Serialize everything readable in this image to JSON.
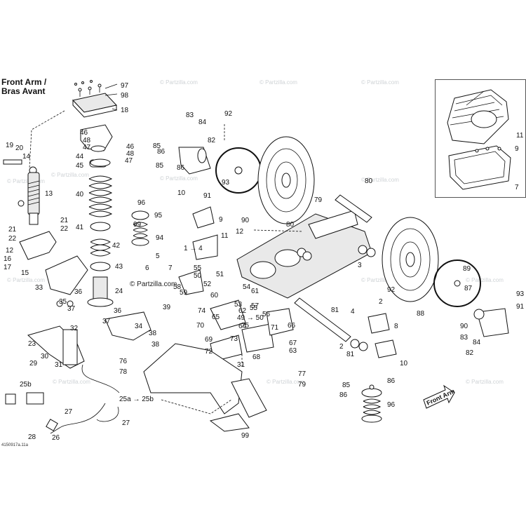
{
  "title_line1": "Front Arm /",
  "title_line2": "Bras Avant",
  "drawing_code": "4150917a.11a",
  "watermark": "© Partzilla.com",
  "direction_label": "Front Arm",
  "labels": [
    "97",
    "98",
    "18",
    "19",
    "20",
    "14",
    "13",
    "46",
    "48",
    "47",
    "44",
    "45",
    "46",
    "48",
    "47",
    "40",
    "41",
    "42",
    "43",
    "21",
    "22",
    "21",
    "22",
    "12",
    "16",
    "17",
    "15",
    "33",
    "35",
    "36",
    "37",
    "24",
    "36",
    "37",
    "38",
    "34",
    "39",
    "38",
    "32",
    "23",
    "29",
    "30",
    "31",
    "28",
    "27",
    "27",
    "25b",
    "25a → 25b",
    "26",
    "96",
    "95",
    "99",
    "94",
    "83",
    "84",
    "85",
    "86",
    "85",
    "82",
    "86",
    "92",
    "93",
    "91",
    "90",
    "10",
    "9",
    "11",
    "12",
    "5",
    "1 → 4",
    "49 → 50",
    "6",
    "7",
    "55",
    "50",
    "58",
    "59",
    "52",
    "51",
    "60",
    "54",
    "53",
    "61",
    "62",
    "55",
    "57",
    "56",
    "66",
    "67",
    "63",
    "65",
    "64",
    "75",
    "74",
    "70",
    "69",
    "72",
    "73",
    "71",
    "31",
    "68",
    "76",
    "78",
    "77",
    "79",
    "80",
    "79",
    "80",
    "3",
    "81",
    "2",
    "81",
    "4",
    "2",
    "8",
    "10",
    "9",
    "11",
    "7",
    "89",
    "87",
    "88",
    "92",
    "93",
    "91",
    "90",
    "84",
    "83",
    "82",
    "85",
    "86",
    "86",
    "96",
    "99",
    "95",
    "94",
    "5"
  ]
}
